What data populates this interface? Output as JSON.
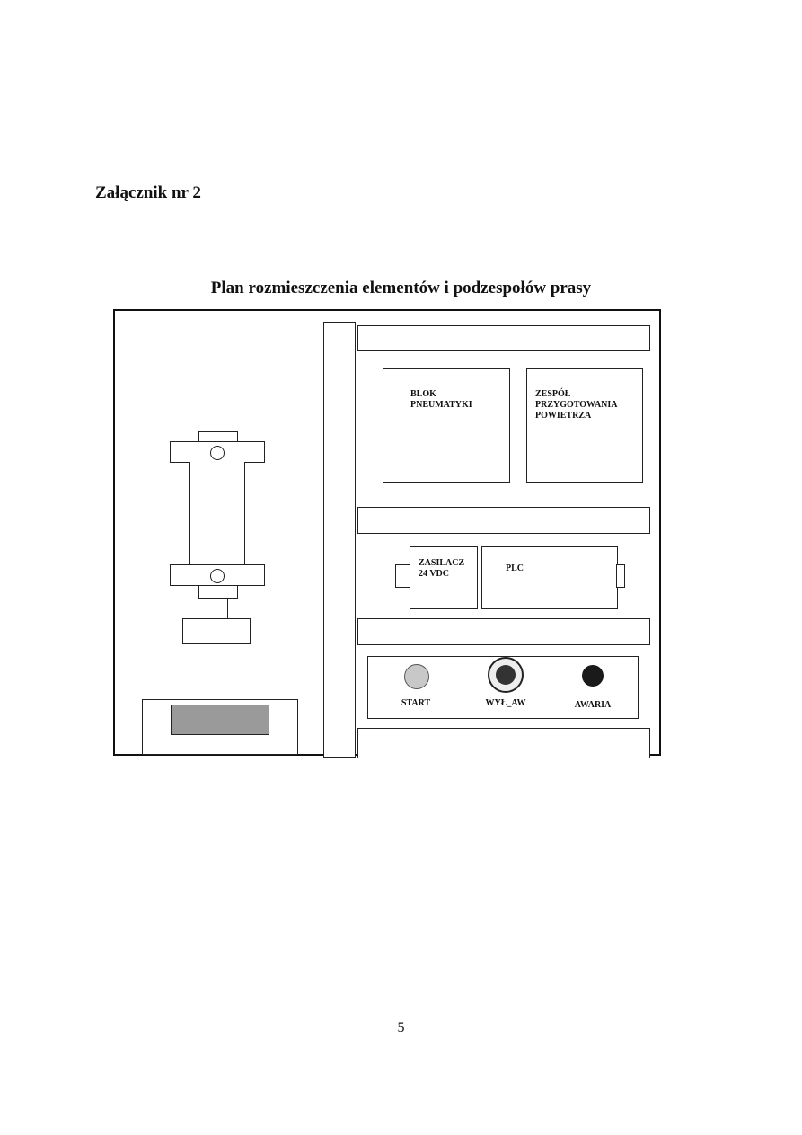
{
  "header": {
    "annex": "Załącznik nr 2"
  },
  "diagram": {
    "title": "Plan rozmieszczenia elementów i podzespołów prasy",
    "modules": {
      "pneumatics": "BLOK\nPNEUMATYKI",
      "air_unit": "ZESPÓŁ\nPRZYGOTOWANIA\nPOWIETRZA",
      "power_supply": "ZASILACZ\n24 VDC",
      "plc": "PLC"
    },
    "buttons": [
      {
        "label": "START",
        "color": "#c8c8c8"
      },
      {
        "label": "WYŁ_AW",
        "color": "#333333"
      },
      {
        "label": "AWARIA",
        "color": "#1a1a1a"
      }
    ]
  },
  "footer": {
    "page_number": "5"
  }
}
